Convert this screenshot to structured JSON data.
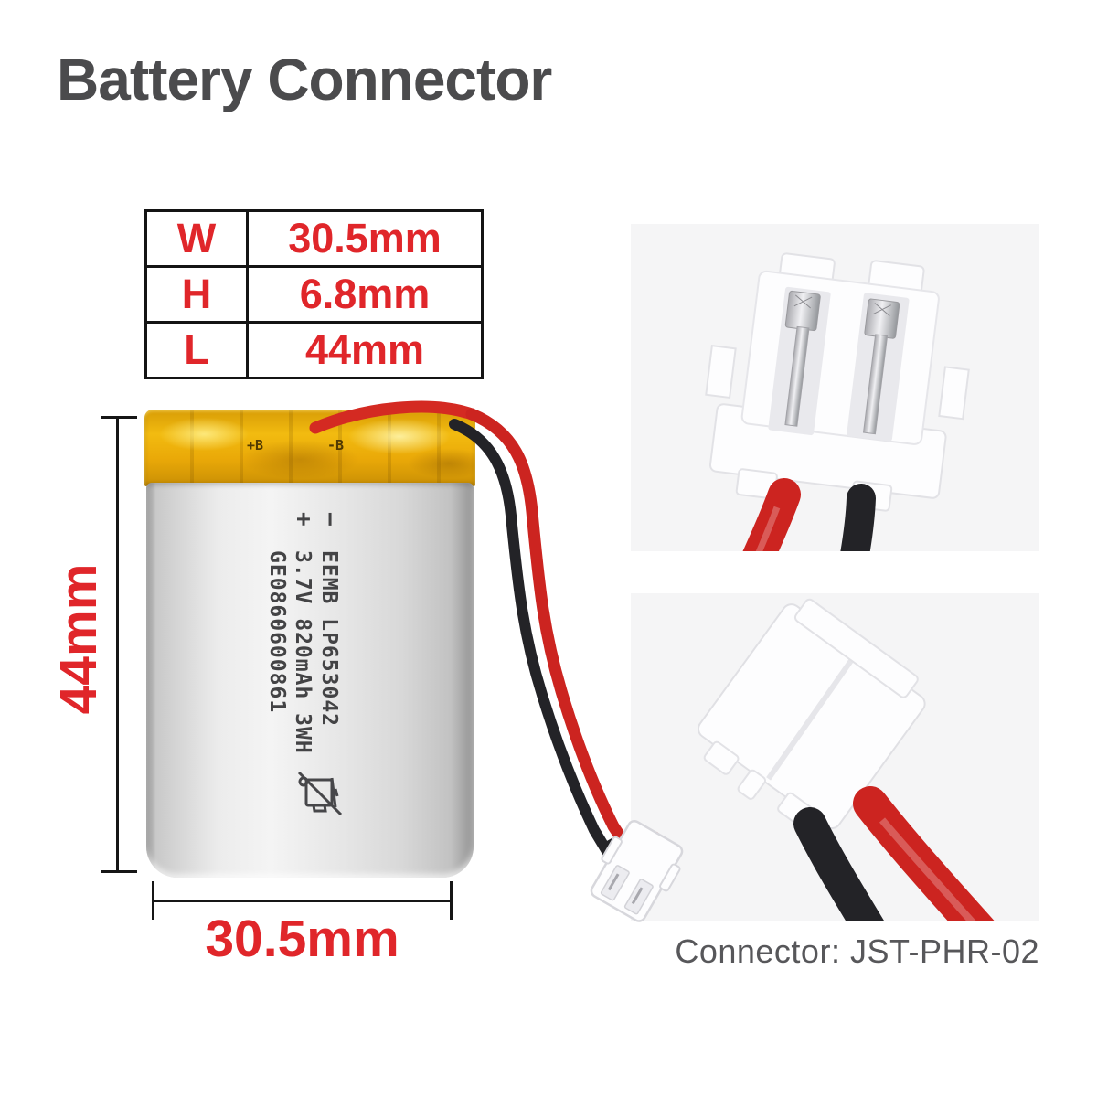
{
  "title": "Battery Connector",
  "spec_table": {
    "rows": [
      {
        "label": "W",
        "value": "30.5mm"
      },
      {
        "label": "H",
        "value": "6.8mm"
      },
      {
        "label": "L",
        "value": "44mm"
      }
    ]
  },
  "dimensions": {
    "height": "44mm",
    "width": "30.5mm"
  },
  "battery": {
    "print_lines": [
      {
        "sign": "−",
        "text": "EEMB LP653042"
      },
      {
        "sign": "+",
        "text": "3.7V 820mAh 3WH"
      },
      {
        "sign": "",
        "text": "GE0860600861"
      }
    ],
    "tape_marks": [
      "+B",
      "-B"
    ],
    "icon": "crossed-out-bin"
  },
  "caption": "Connector: JST-PHR-02",
  "colors": {
    "accent_red": "#e0262a",
    "title_gray": "#4b4b4d",
    "caption_gray": "#57575a",
    "photo_bg": "#f5f5f6",
    "wire_red": "#cc2420",
    "wire_black": "#232327",
    "tape_yellow": "#eaa908",
    "battery_silver": "#e6e6e6"
  }
}
